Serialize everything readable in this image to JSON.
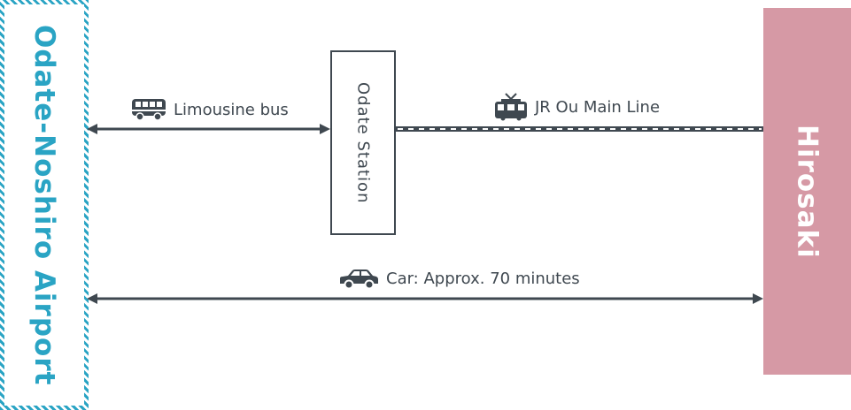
{
  "nodes": {
    "airport": "Odate-Noshiro Airport",
    "station": "Odate Station",
    "destination": "Hirosaki"
  },
  "routes": {
    "bus": {
      "label": "Limousine bus",
      "icon": "bus-icon"
    },
    "rail": {
      "label": "JR Ou Main Line",
      "icon": "train-icon"
    },
    "car": {
      "label": "Car: Approx. 70 minutes",
      "icon": "car-icon"
    }
  },
  "colors": {
    "airport": "#2aa4c4",
    "destination": "#d699a5",
    "line": "#3f4850"
  }
}
